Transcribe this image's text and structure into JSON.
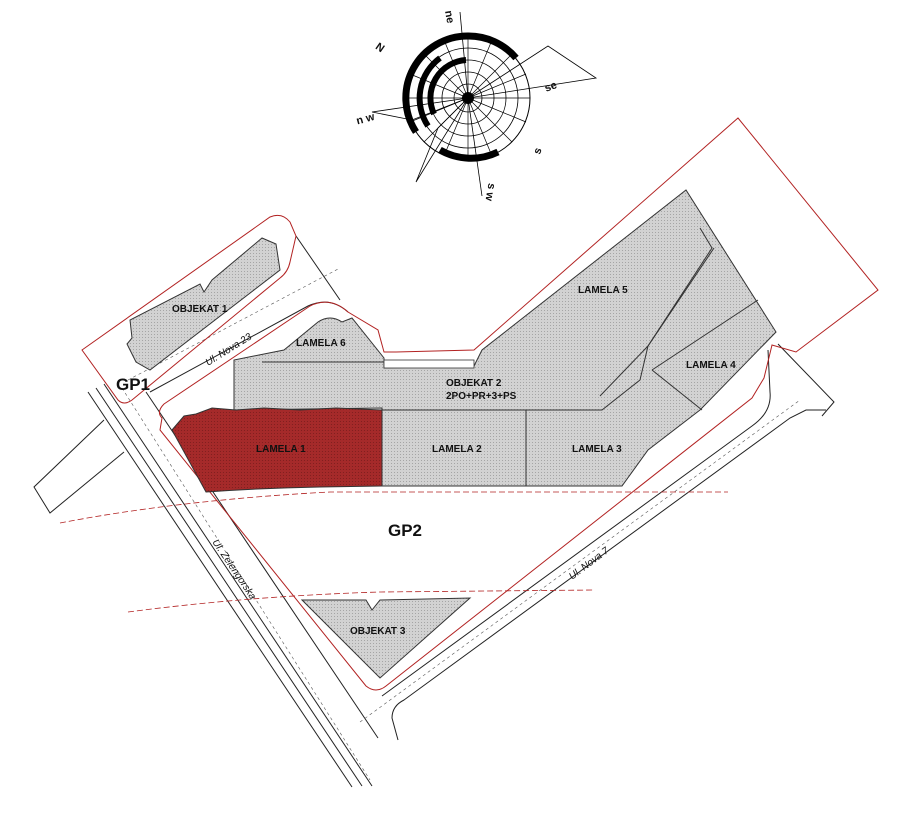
{
  "colors": {
    "building_fill": "#d2d2d2",
    "highlight_fill": "#a52a2a",
    "plot_line": "#b22222",
    "road_line": "#222222"
  },
  "compass": {
    "north": "N",
    "ne": "ne",
    "se": "se",
    "s": "s",
    "sw": "s w",
    "nw": "n w"
  },
  "plots": {
    "gp1": "GP1",
    "gp2": "GP2"
  },
  "buildings": {
    "objekat1": "OBJEKAT 1",
    "objekat2_name": "OBJEKAT 2",
    "objekat2_floors": "2PO+PR+3+PS",
    "objekat3": "OBJEKAT 3",
    "lamela1": "LAMELA 1",
    "lamela2": "LAMELA 2",
    "lamela3": "LAMELA 3",
    "lamela4": "LAMELA 4",
    "lamela5": "LAMELA 5",
    "lamela6": "LAMELA 6"
  },
  "streets": {
    "nova23": "Ul. Nova 23",
    "zelengorska": "Ul. Zelengorska",
    "nova7": "Ul. Nova 7"
  }
}
